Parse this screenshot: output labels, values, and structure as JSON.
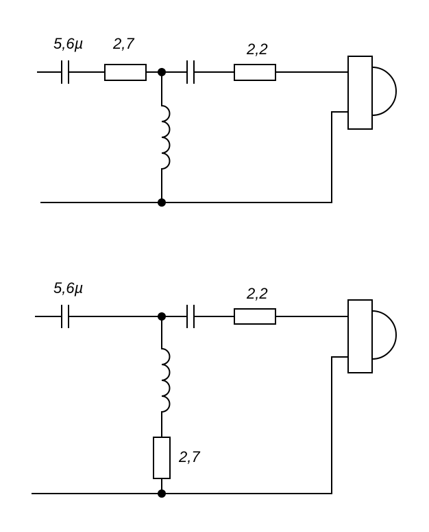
{
  "circuits": [
    {
      "capacitor_label": "5,6µ",
      "series_resistor_label": "2,7",
      "output_resistor_label": "2,2"
    },
    {
      "capacitor_label": "5,6µ",
      "output_resistor_label": "2,2",
      "shunt_resistor_label": "2,7"
    }
  ],
  "colors": {
    "line": "#000000",
    "background": "#ffffff"
  }
}
